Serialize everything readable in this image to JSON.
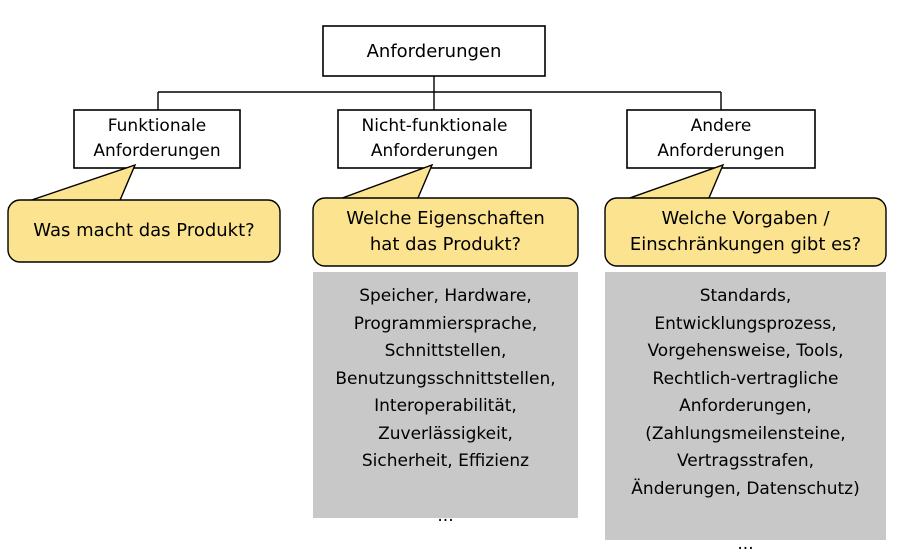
{
  "diagram": {
    "title_node": {
      "label": "Anforderungen"
    },
    "children": [
      {
        "label": "Funktionale\nAnforderungen"
      },
      {
        "label": "Nicht-funktionale\nAnforderungen"
      },
      {
        "label": "Andere\nAnforderungen"
      }
    ],
    "callouts": [
      {
        "label": "Was macht das Produkt?"
      },
      {
        "label": "Welche Eigenschaften\nhat das Produkt?"
      },
      {
        "label": "Welche Vorgaben /\nEinschränkungen gibt es?"
      }
    ],
    "panels": [
      {
        "label": "Speicher, Hardware,\nProgrammiersprache,\nSchnittstellen,\nBenutzungsschnittstellen,\nInteroperabilität,\nZuverlässigkeit,\nSicherheit, Effizienz\n\n..."
      },
      {
        "label": "Standards,\nEntwicklungsprozess,\nVorgehensweise, Tools,\nRechtlich-vertragliche\nAnforderungen,\n(Zahlungsmeilensteine,\nVertragsstrafen,\nÄnderungen, Datenschutz)\n\n..."
      }
    ],
    "colors": {
      "callout_fill": "#fbe38f",
      "panel_fill": "#c8c8c8",
      "node_fill": "#ffffff",
      "stroke": "#000000",
      "background": "#ffffff"
    }
  }
}
